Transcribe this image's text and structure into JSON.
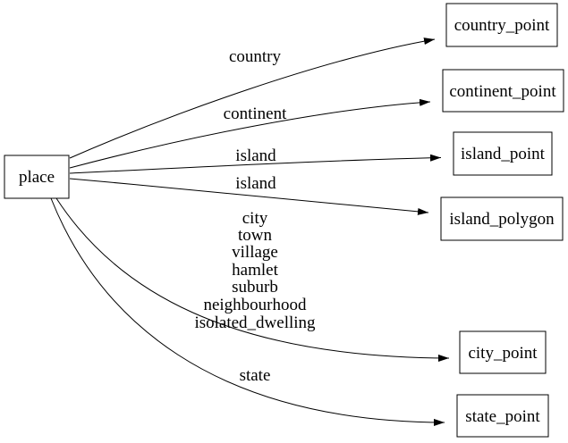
{
  "diagram": {
    "type": "directed-graph",
    "background_color": "#ffffff",
    "line_color": "#000000",
    "nodes": {
      "place": {
        "label": "place"
      },
      "country_point": {
        "label": "country_point"
      },
      "continent_point": {
        "label": "continent_point"
      },
      "island_point": {
        "label": "island_point"
      },
      "island_polygon": {
        "label": "island_polygon"
      },
      "city_point": {
        "label": "city_point"
      },
      "state_point": {
        "label": "state_point"
      }
    },
    "edges": [
      {
        "from": "place",
        "to": "country_point",
        "label": "country"
      },
      {
        "from": "place",
        "to": "continent_point",
        "label": "continent"
      },
      {
        "from": "place",
        "to": "island_point",
        "label": "island"
      },
      {
        "from": "place",
        "to": "island_polygon",
        "label": "island"
      },
      {
        "from": "place",
        "to": "city_point",
        "label": "city town village hamlet suburb neighbourhood isolated_dwelling"
      },
      {
        "from": "place",
        "to": "state_point",
        "label": "state"
      }
    ],
    "edge_labels": {
      "country": "country",
      "continent": "continent",
      "island_point_edge": "island",
      "island_polygon_edge": "island",
      "city_lines": [
        "city",
        "town",
        "village",
        "hamlet",
        "suburb",
        "neighbourhood",
        "isolated_dwelling"
      ],
      "state": "state"
    }
  }
}
